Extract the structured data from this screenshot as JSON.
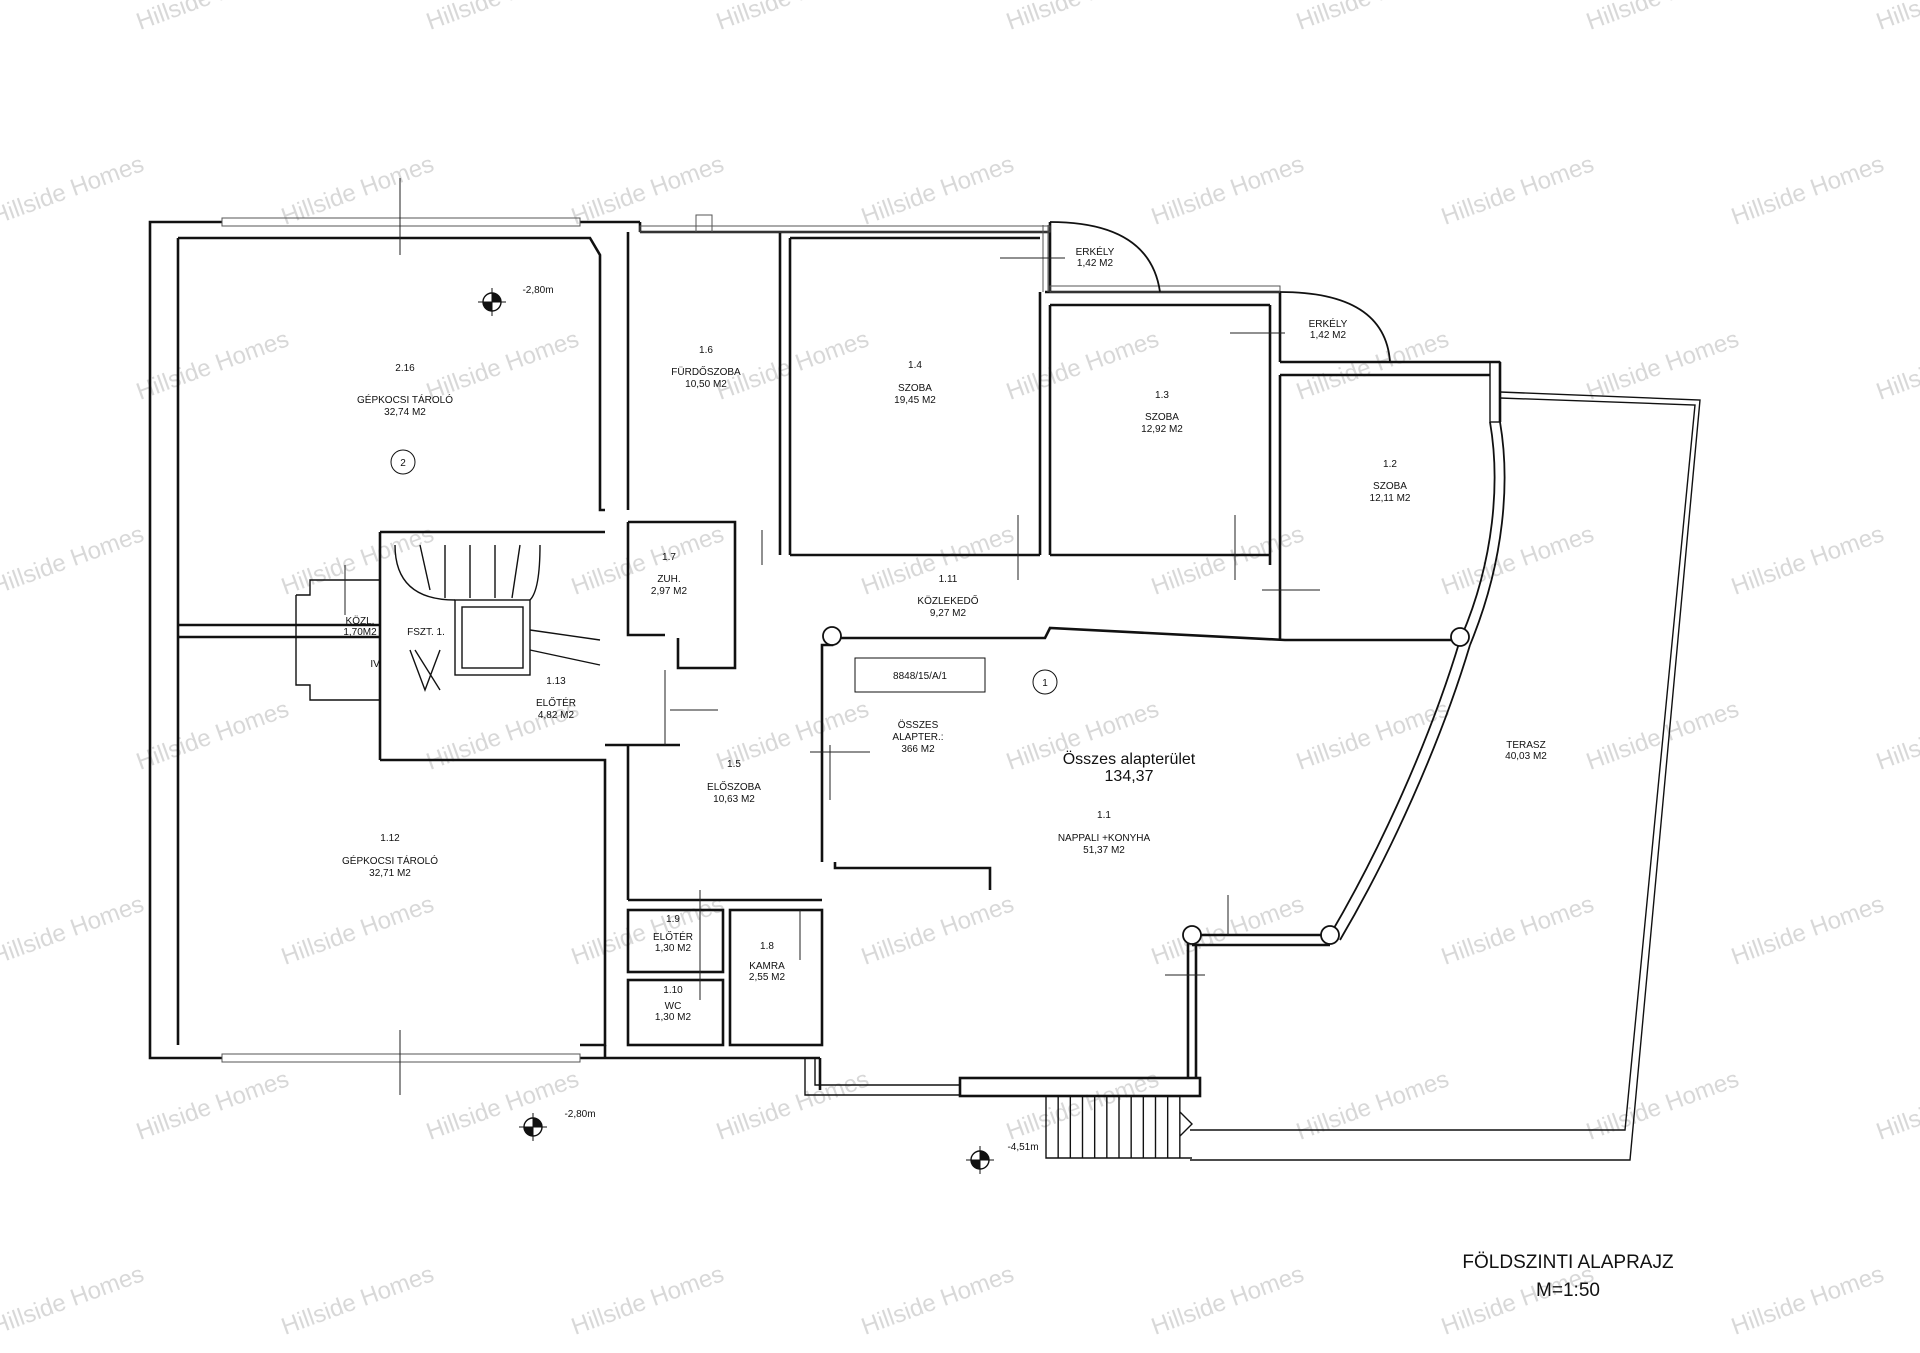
{
  "rooms": [
    {
      "id": "2.16",
      "name": "GÉPKOCSI TÁROLÓ",
      "area": "32,74 M2"
    },
    {
      "id": "1.12",
      "name": "GÉPKOCSI TÁROLÓ",
      "area": "32,71 M2"
    },
    {
      "id": "1.6",
      "name": "FÜRDŐSZOBA",
      "area": "10,50 M2"
    },
    {
      "id": "1.4",
      "name": "SZOBA",
      "area": "19,45 M2"
    },
    {
      "id": "1.3",
      "name": "SZOBA",
      "area": "12,92 M2"
    },
    {
      "id": "1.2",
      "name": "SZOBA",
      "area": "12,11 M2"
    },
    {
      "id": "1.7",
      "name": "ZUH.",
      "area": "2,97 M2"
    },
    {
      "id": "1.11",
      "name": "KÖZLEKEDŐ",
      "area": "9,27 M2"
    },
    {
      "id": "1.13",
      "name": "ELŐTÉR",
      "area": "4,82 M2"
    },
    {
      "id": "1.5",
      "name": "ELŐSZOBA",
      "area": "10,63 M2"
    },
    {
      "id": "1.1",
      "name": "NAPPALI +KONYHA",
      "area": "51,37 M2"
    },
    {
      "id": "1.9",
      "name": "ELŐTÉR",
      "area": "1,30 M2"
    },
    {
      "id": "1.10",
      "name": "WC",
      "area": "1,30 M2"
    },
    {
      "id": "1.8",
      "name": "KAMRA",
      "area": "2,55 M2"
    }
  ],
  "balconies": [
    {
      "name": "ERKÉLY",
      "area": "1,42 M2"
    },
    {
      "name": "ERKÉLY",
      "area": "1,42 M2"
    }
  ],
  "terrace": {
    "name": "TERASZ",
    "area": "40,03 M2"
  },
  "stair": {
    "kozl": "KÖZL.",
    "kozl_area": "1,70M2",
    "fszt": "FSZT. 1.",
    "level": "IV."
  },
  "parcel": "8848/15/A/1",
  "base_area": {
    "line1": "ÖSSZES",
    "line2": "ALAPTER.:",
    "line3": "366 M2"
  },
  "total": {
    "label": "Összes alapterület",
    "value": "134,37"
  },
  "markers": [
    "1",
    "2"
  ],
  "levels": [
    "-2,80m",
    "-2,80m",
    "-4,51m"
  ],
  "title": {
    "name": "FÖLDSZINTI ALAPRAJZ",
    "scale": "M=1:50"
  },
  "watermark": "Hillside Homes"
}
